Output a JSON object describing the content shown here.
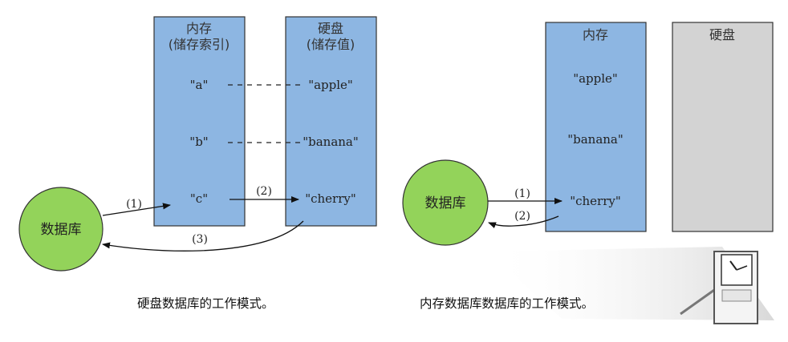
{
  "left": {
    "memory_title": "内存",
    "memory_subtitle": "(储存索引)",
    "disk_title": "硬盘",
    "disk_subtitle": "(储存值)",
    "keys": [
      "\"a\"",
      "\"b\"",
      "\"c\""
    ],
    "values": [
      "\"apple\"",
      "\"banana\"",
      "\"cherry\""
    ],
    "db_label": "数据库",
    "step1": "(1)",
    "step2": "(2)",
    "step3": "(3)",
    "caption": "硬盘数据库的工作模式。"
  },
  "right": {
    "memory_title": "内存",
    "disk_title": "硬盘",
    "values": [
      "\"apple\"",
      "\"banana\"",
      "\"cherry\""
    ],
    "db_label": "数据库",
    "step1": "(1)",
    "step2": "(2)",
    "caption": "内存数据库数据库的工作模式。"
  },
  "colors": {
    "memory_box": "#8db6e2",
    "disk_box_left": "#8db6e2",
    "disk_box_right": "#d3d3d3",
    "database": "#93d35a",
    "border": "#333333"
  }
}
